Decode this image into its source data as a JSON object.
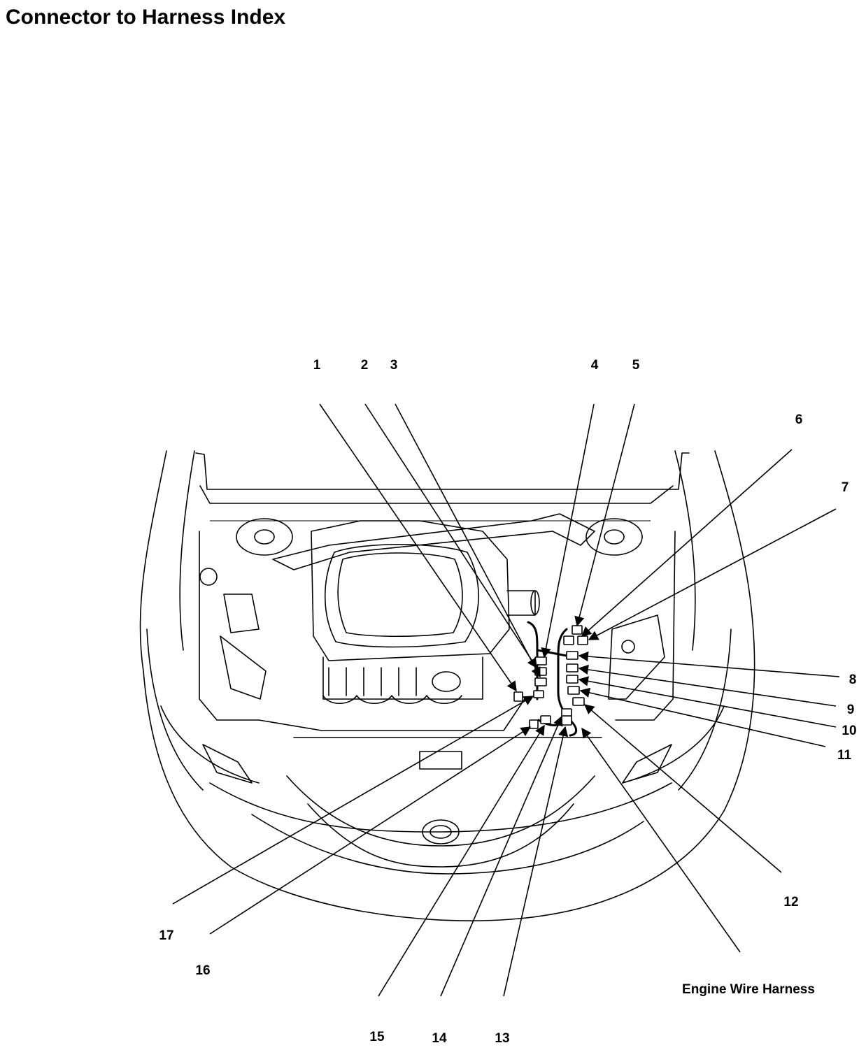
{
  "page": {
    "title": "Connector to Harness Index"
  },
  "diagram": {
    "harness_label": "Engine Wire Harness",
    "callouts": [
      "1",
      "2",
      "3",
      "4",
      "5",
      "6",
      "7",
      "8",
      "9",
      "10",
      "11",
      "12",
      "13",
      "14",
      "15",
      "16",
      "17"
    ]
  }
}
